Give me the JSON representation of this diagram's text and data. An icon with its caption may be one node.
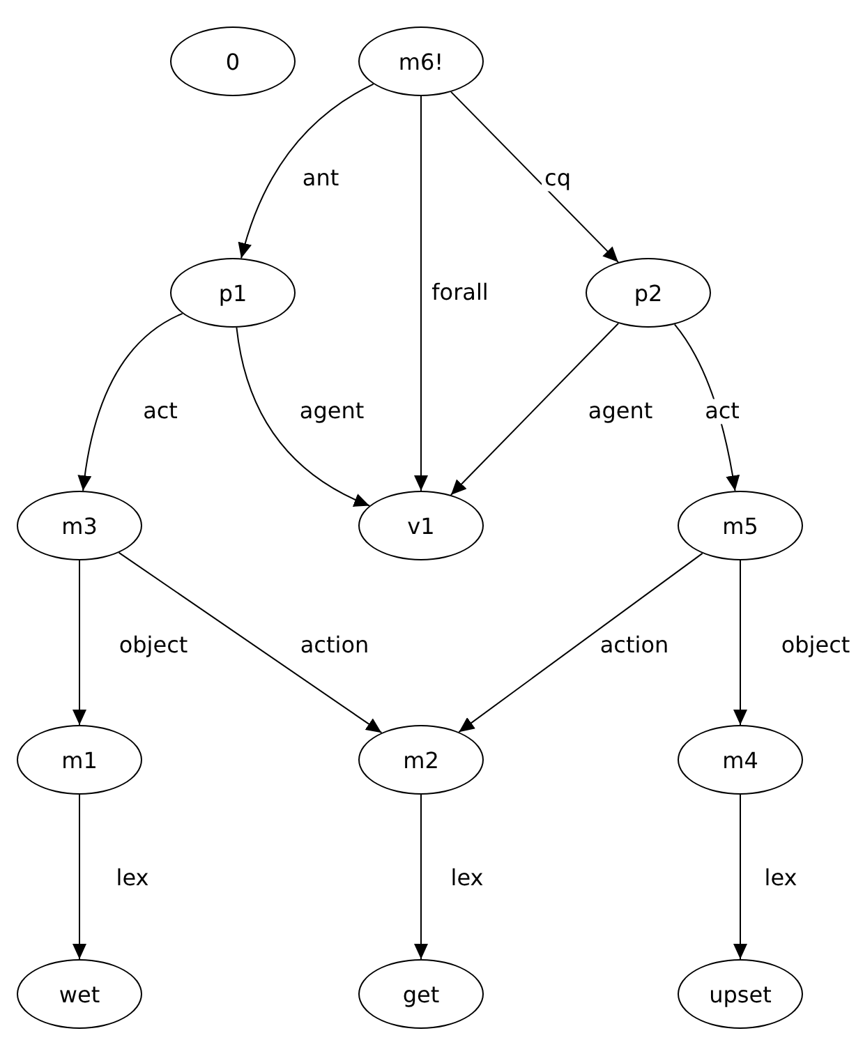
{
  "diagram": {
    "nodes": [
      {
        "text": [
          "0"
        ]
      },
      {
        "text": [
          "m6!"
        ]
      },
      {
        "text": [
          "p1"
        ]
      },
      {
        "text": [
          "p2"
        ]
      },
      {
        "text": [
          "m3"
        ]
      },
      {
        "text": [
          "v1"
        ]
      },
      {
        "text": [
          "m5"
        ]
      },
      {
        "text": [
          "m1"
        ]
      },
      {
        "text": [
          "m2"
        ]
      },
      {
        "text": [
          "m4"
        ]
      },
      {
        "text": [
          "wet"
        ]
      },
      {
        "text": [
          "get"
        ]
      },
      {
        "text": [
          "upset"
        ]
      }
    ],
    "edges": [
      {
        "from": 1,
        "to": 2,
        "arrow": "to",
        "label": "ant"
      },
      {
        "from": 1,
        "to": 5,
        "arrow": "to",
        "label": "forall"
      },
      {
        "from": 1,
        "to": 3,
        "arrow": "to",
        "label": "cq"
      },
      {
        "from": 2,
        "to": 4,
        "arrow": "to",
        "label": "act"
      },
      {
        "from": 2,
        "to": 5,
        "arrow": "to",
        "label": "agent"
      },
      {
        "from": 3,
        "to": 5,
        "arrow": "to",
        "label": "agent"
      },
      {
        "from": 3,
        "to": 6,
        "arrow": "to",
        "label": "act"
      },
      {
        "from": 4,
        "to": 7,
        "arrow": "to",
        "label": "object"
      },
      {
        "from": 4,
        "to": 8,
        "arrow": "to",
        "label": "action"
      },
      {
        "from": 6,
        "to": 8,
        "arrow": "to",
        "label": "action"
      },
      {
        "from": 6,
        "to": 9,
        "arrow": "to",
        "label": "object"
      },
      {
        "from": 7,
        "to": 10,
        "arrow": "to",
        "label": "lex"
      },
      {
        "from": 8,
        "to": 11,
        "arrow": "to",
        "label": "lex"
      },
      {
        "from": 9,
        "to": 12,
        "arrow": "to",
        "label": "lex"
      }
    ]
  }
}
